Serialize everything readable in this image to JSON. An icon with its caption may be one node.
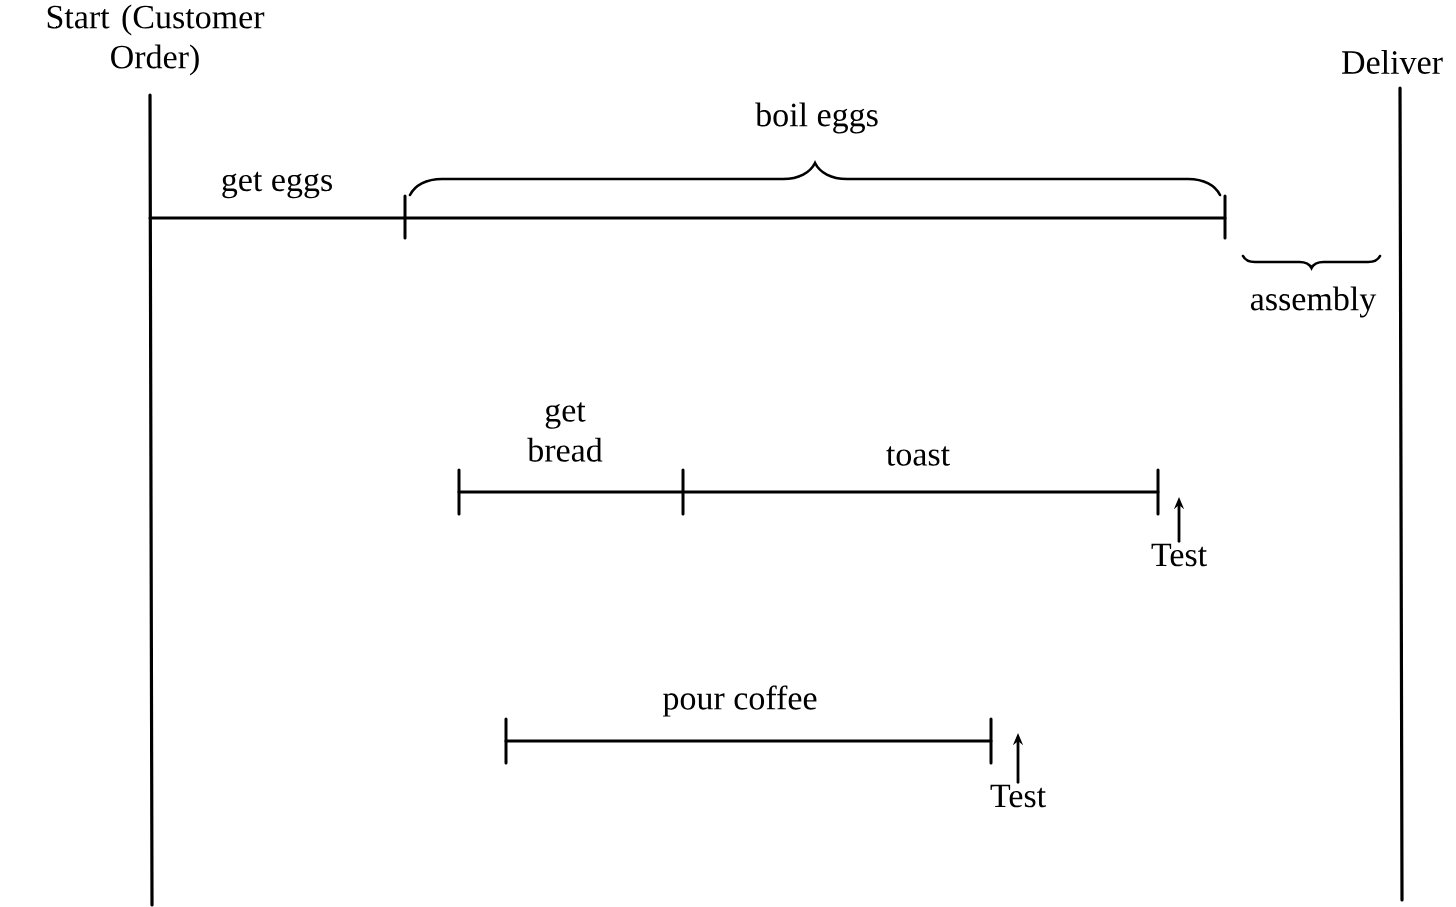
{
  "diagram": {
    "nodes": [
      {
        "text": [
          "Test"
        ]
      },
      {
        "text": [
          "Test"
        ]
      }
    ],
    "edges": [
      {
        "from": 0,
        "to": null,
        "arrow": "to"
      },
      {
        "from": 1,
        "to": null,
        "arrow": "to"
      }
    ],
    "labels": [
      "Start (Customer Order)",
      "Deliver",
      "boil eggs",
      "get eggs",
      "assembly",
      "get bread",
      "toast",
      "pour coffee"
    ]
  }
}
